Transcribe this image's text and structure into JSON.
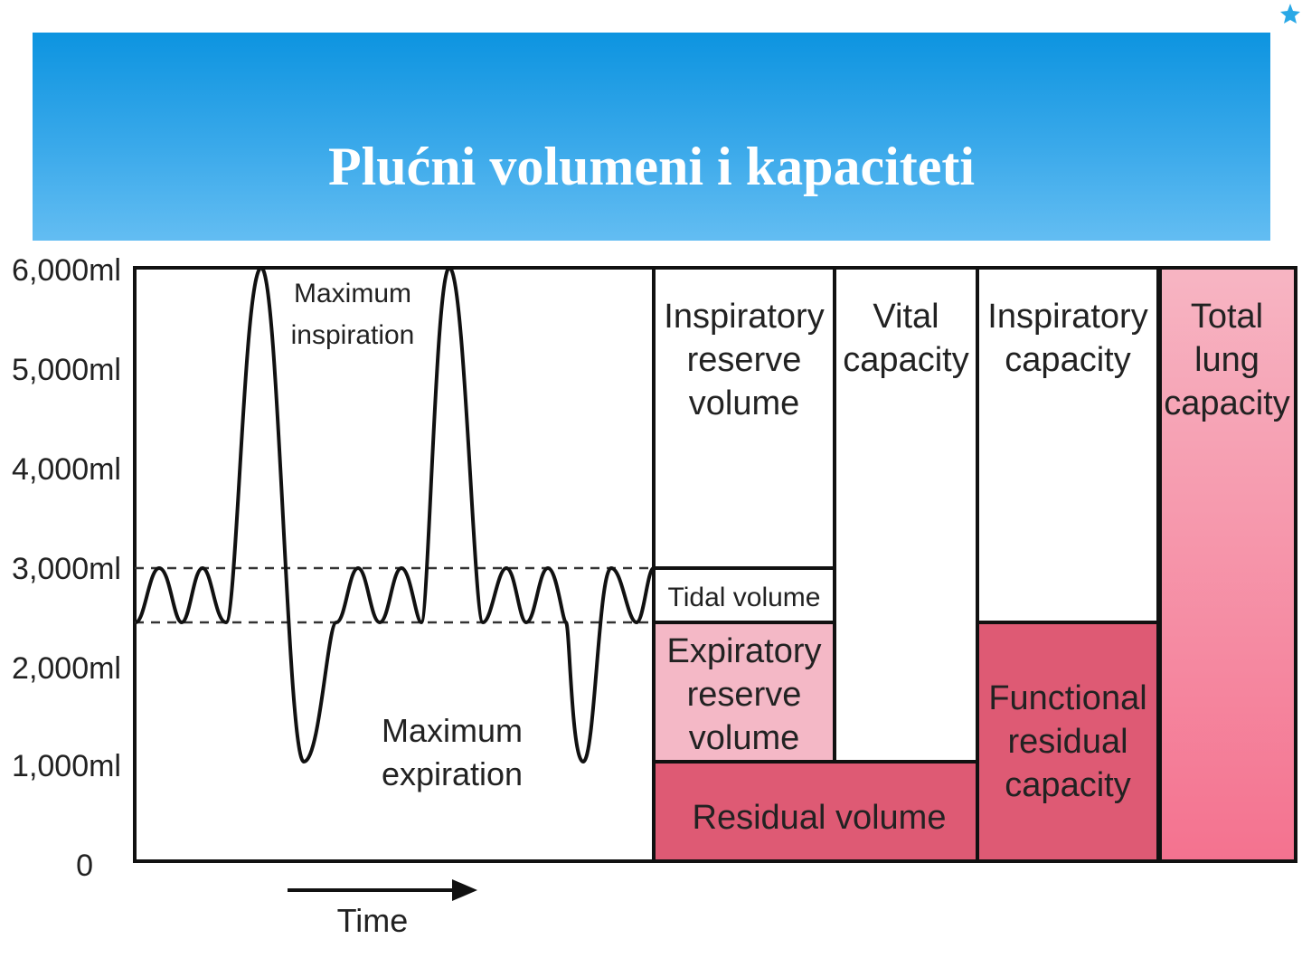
{
  "slide": {
    "title": "Plućni volumeni i kapaciteti",
    "accent": "#0d94e0"
  },
  "diagram": {
    "y_axis_labels": [
      "6,000ml",
      "5,000ml",
      "4,000ml",
      "3,000ml",
      "2,000ml",
      "1,000ml",
      "0"
    ],
    "x_axis_label": "Time",
    "annotations": {
      "max_inspiration": [
        "Maximum",
        "inspiration"
      ],
      "max_expiration": [
        "Maximum",
        "expiration"
      ]
    },
    "boxes": {
      "irv": [
        "Inspiratory",
        "reserve",
        "volume"
      ],
      "tidal": "Tidal volume",
      "erv": [
        "Expiratory",
        "reserve",
        "volume"
      ],
      "residual": "Residual volume",
      "vital": [
        "Vital",
        "capacity"
      ],
      "inspiratory_capacity": [
        "Inspiratory",
        "capacity"
      ],
      "frc": [
        "Functional",
        "residual",
        "capacity"
      ],
      "tlc": [
        "Total",
        "lung",
        "capacity"
      ]
    },
    "colors": {
      "residual": "#de5a74",
      "erv": "#f4b8c6",
      "frc": "#de5a74",
      "tlc_top": "#f7b5c3",
      "tlc_bottom": "#f4728f"
    }
  }
}
